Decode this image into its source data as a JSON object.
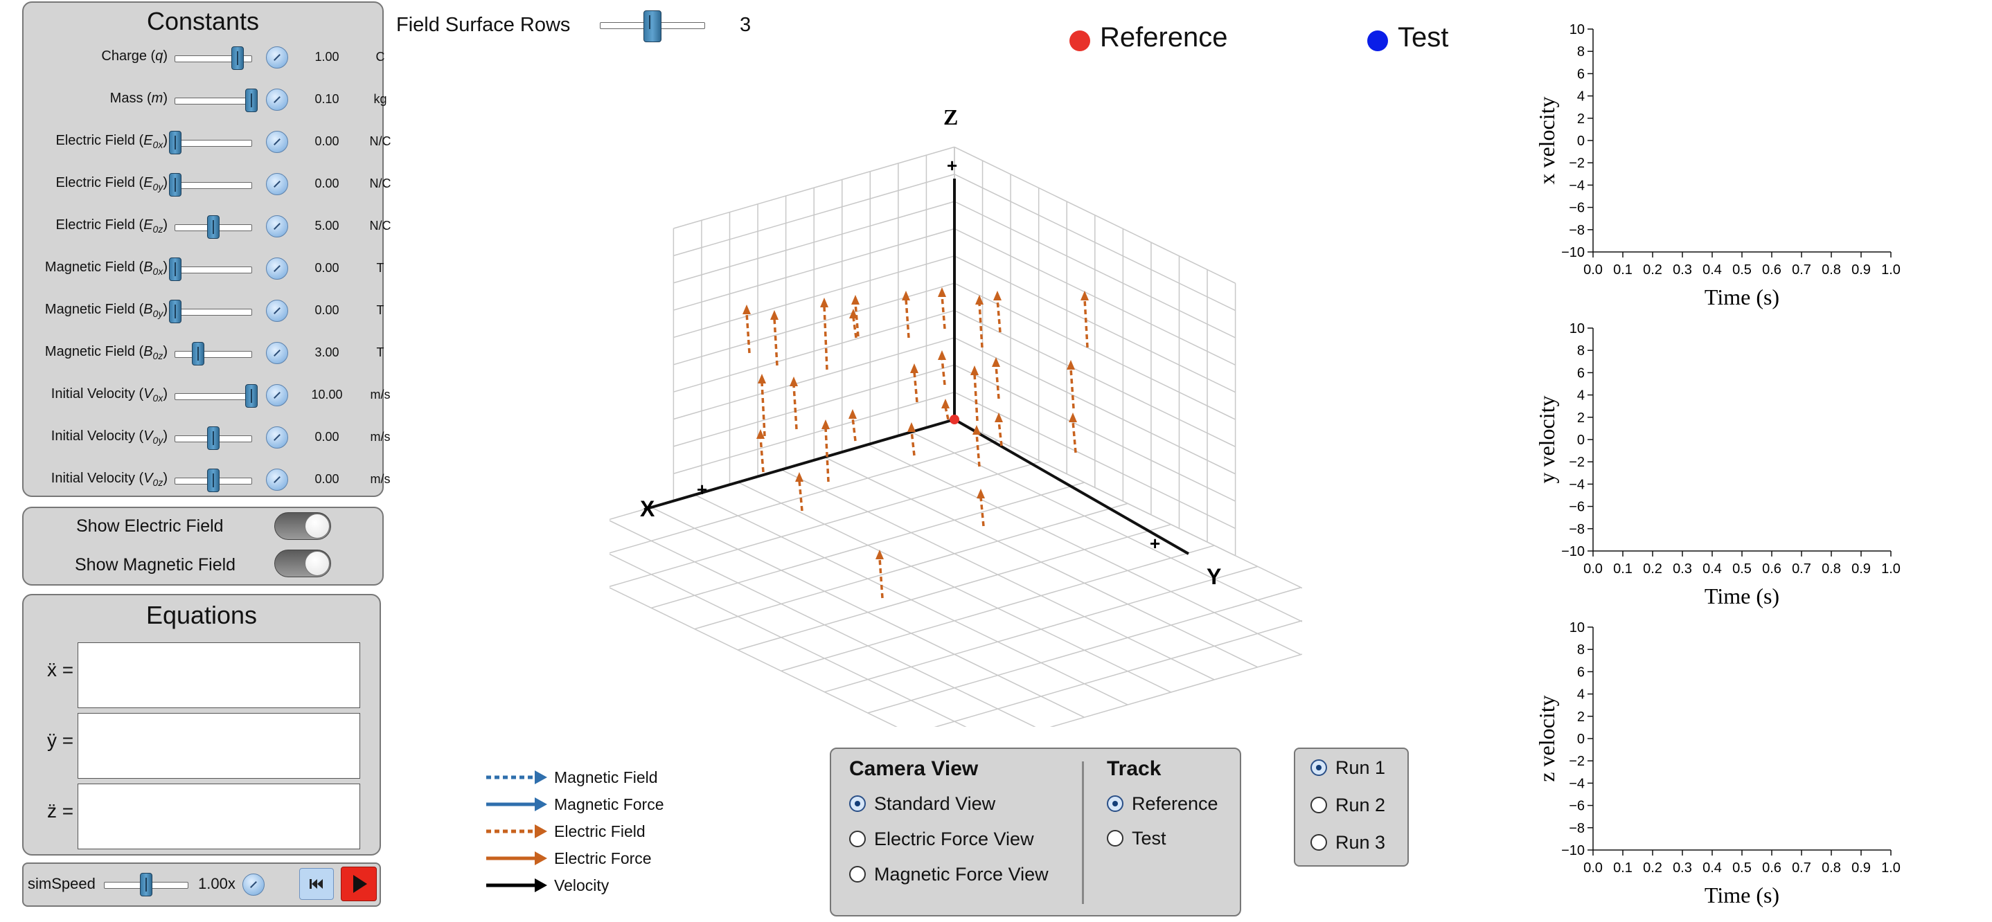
{
  "constants": {
    "title": "Constants",
    "rows": [
      {
        "pre": "Charge (",
        "var": "q",
        "sub": "",
        "post": ")",
        "value": "1.00",
        "unit": "C",
        "slider": 0.82
      },
      {
        "pre": "Mass (",
        "var": "m",
        "sub": "",
        "post": ")",
        "value": "0.10",
        "unit": "kg",
        "slider": 1.0
      },
      {
        "pre": "Electric Field (",
        "var": "E",
        "sub": "0x",
        "post": ")",
        "value": "0.00",
        "unit": "N/C",
        "slider": 0.0
      },
      {
        "pre": "Electric Field (",
        "var": "E",
        "sub": "0y",
        "post": ")",
        "value": "0.00",
        "unit": "N/C",
        "slider": 0.0
      },
      {
        "pre": "Electric Field (",
        "var": "E",
        "sub": "0z",
        "post": ")",
        "value": "5.00",
        "unit": "N/C",
        "slider": 0.5
      },
      {
        "pre": "Magnetic Field (",
        "var": "B",
        "sub": "0x",
        "post": ")",
        "value": "0.00",
        "unit": "T",
        "slider": 0.0
      },
      {
        "pre": "Magnetic Field (",
        "var": "B",
        "sub": "0y",
        "post": ")",
        "value": "0.00",
        "unit": "T",
        "slider": 0.0
      },
      {
        "pre": "Magnetic Field (",
        "var": "B",
        "sub": "0z",
        "post": ")",
        "value": "3.00",
        "unit": "T",
        "slider": 0.3
      },
      {
        "pre": "Initial Velocity (",
        "var": "V",
        "sub": "0x",
        "post": ")",
        "value": "10.00",
        "unit": "m/s",
        "slider": 1.0
      },
      {
        "pre": "Initial Velocity (",
        "var": "V",
        "sub": "0y",
        "post": ")",
        "value": "0.00",
        "unit": "m/s",
        "slider": 0.5
      },
      {
        "pre": "Initial Velocity (",
        "var": "V",
        "sub": "0z",
        "post": ")",
        "value": "0.00",
        "unit": "m/s",
        "slider": 0.5
      }
    ]
  },
  "toggles": {
    "show_electric": "Show Electric Field",
    "show_magnetic": "Show Magnetic Field"
  },
  "equations": {
    "title": "Equations",
    "x_label": "ẍ =",
    "y_label": "ÿ =",
    "z_label": "z̈ =",
    "x_value": "",
    "y_value": "",
    "z_value": ""
  },
  "sim": {
    "label": "simSpeed",
    "value": "1.00x",
    "slider": 0.5
  },
  "field_surface": {
    "label": "Field Surface Rows",
    "value": "3",
    "slider": 0.5
  },
  "particles": {
    "reference": "Reference",
    "test": "Test",
    "reference_color": "#e8322a",
    "test_color": "#0a1ee8"
  },
  "axes3d": {
    "x": "X",
    "y": "Y",
    "z": "Z",
    "tick": "+"
  },
  "legend": [
    {
      "label": "Magnetic Field",
      "color": "#2f6fad",
      "dashed": true
    },
    {
      "label": "Magnetic Force",
      "color": "#2f6fad",
      "dashed": false
    },
    {
      "label": "Electric Field",
      "color": "#c8621e",
      "dashed": true
    },
    {
      "label": "Electric Force",
      "color": "#c8621e",
      "dashed": false
    },
    {
      "label": "Velocity",
      "color": "#000000",
      "dashed": false
    }
  ],
  "camera": {
    "title": "Camera View",
    "options": [
      "Standard View",
      "Electric Force View",
      "Magnetic Force View"
    ],
    "selected": 0
  },
  "track": {
    "title": "Track",
    "options": [
      "Reference",
      "Test"
    ],
    "selected": 0
  },
  "runs": {
    "options": [
      "Run 1",
      "Run 2",
      "Run 3"
    ],
    "selected": 0
  },
  "chart_data": [
    {
      "type": "line",
      "ylabel": "x velocity",
      "xlabel": "Time (s)",
      "xlim": [
        0,
        1
      ],
      "ylim": [
        -10,
        10
      ],
      "x_ticks": [
        "0.0",
        "0.1",
        "0.2",
        "0.3",
        "0.4",
        "0.5",
        "0.6",
        "0.7",
        "0.8",
        "0.9",
        "1.0"
      ],
      "y_ticks": [
        "10",
        "8",
        "6",
        "4",
        "2",
        "0",
        "−2",
        "−4",
        "−6",
        "−8",
        "−10"
      ],
      "series": []
    },
    {
      "type": "line",
      "ylabel": "y velocity",
      "xlabel": "Time (s)",
      "xlim": [
        0,
        1
      ],
      "ylim": [
        -10,
        10
      ],
      "x_ticks": [
        "0.0",
        "0.1",
        "0.2",
        "0.3",
        "0.4",
        "0.5",
        "0.6",
        "0.7",
        "0.8",
        "0.9",
        "1.0"
      ],
      "y_ticks": [
        "10",
        "8",
        "6",
        "4",
        "2",
        "0",
        "−2",
        "−4",
        "−6",
        "−8",
        "−10"
      ],
      "series": []
    },
    {
      "type": "line",
      "ylabel": "z velocity",
      "xlabel": "Time (s)",
      "xlim": [
        0,
        1
      ],
      "ylim": [
        -10,
        10
      ],
      "x_ticks": [
        "0.0",
        "0.1",
        "0.2",
        "0.3",
        "0.4",
        "0.5",
        "0.6",
        "0.7",
        "0.8",
        "0.9",
        "1.0"
      ],
      "y_ticks": [
        "10",
        "8",
        "6",
        "4",
        "2",
        "0",
        "−2",
        "−4",
        "−6",
        "−8",
        "−10"
      ],
      "series": []
    }
  ]
}
